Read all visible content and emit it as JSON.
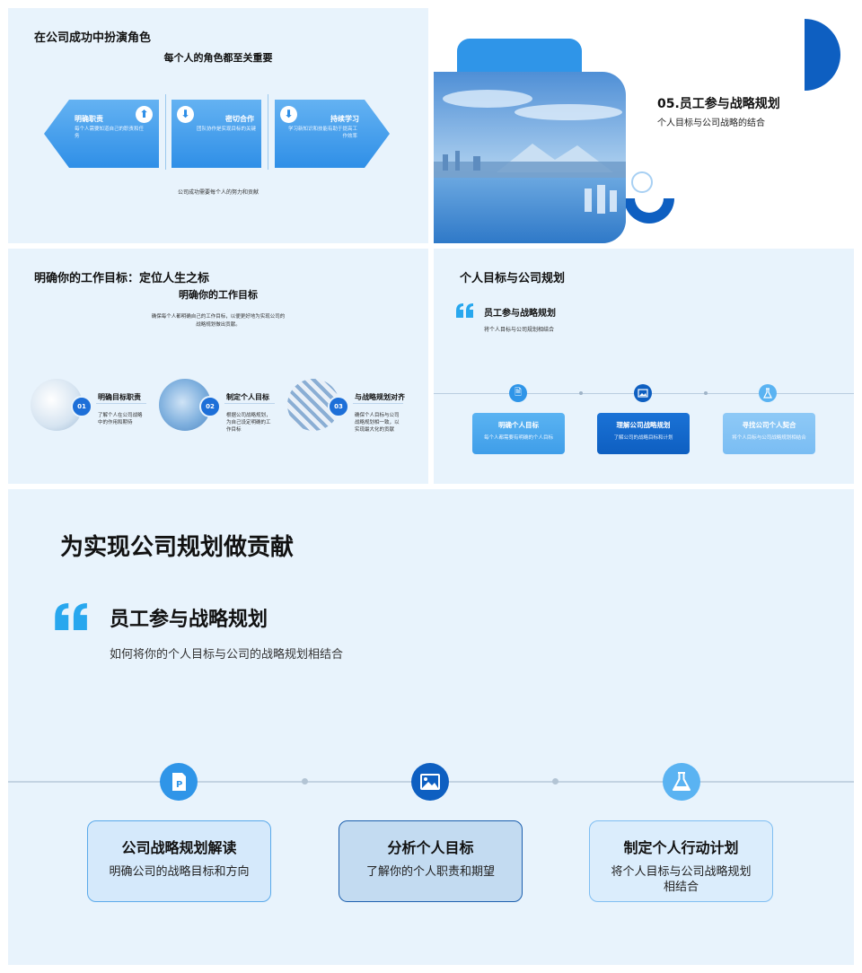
{
  "s1": {
    "title": "在公司成功中扮演角色",
    "subtitle": "每个人的角色都至关重要",
    "cards": [
      {
        "title": "明确职责",
        "desc": "每个人需要知道自己的职责和任务",
        "icon": "arrow-up-icon"
      },
      {
        "title": "密切合作",
        "desc": "团队协作是实现目标的关键",
        "icon": "arrow-down-icon"
      },
      {
        "title": "持续学习",
        "desc": "学习新知识和技能有助于提高工作效率",
        "icon": "arrow-down-icon"
      }
    ],
    "footer": "公司成功需要每个人的努力和贡献"
  },
  "s2": {
    "title": "05.员工参与战略规划",
    "subtitle": "个人目标与公司战略的结合",
    "colors": {
      "accent": "#0e5fc1",
      "light": "#2f95e8"
    }
  },
  "s3": {
    "title": "明确你的工作目标：定位人生之标",
    "subtitle": "明确你的工作目标",
    "intro": "确保每个人都明确自己的工作目标，以便更好地为实现公司的战略规划做出贡献。",
    "items": [
      {
        "num": "01",
        "title": "明确目标职责",
        "desc": "了解个人在公司战略中的作用和期待"
      },
      {
        "num": "02",
        "title": "制定个人目标",
        "desc": "根据公司战略规划，为自己设定明确的工作目标"
      },
      {
        "num": "03",
        "title": "与战略规划对齐",
        "desc": "确保个人目标与公司战略规划相一致，以实现最大化的贡献"
      }
    ]
  },
  "s4": {
    "title": "个人目标与公司规划",
    "quote_title": "员工参与战略规划",
    "quote_sub": "将个人目标与公司规划相结合",
    "cards": [
      {
        "title": "明确个人目标",
        "desc": "每个人都需要有明确的个人目标",
        "icon": "document-icon"
      },
      {
        "title": "理解公司战略规划",
        "desc": "了解公司的战略目标和计划",
        "icon": "image-icon"
      },
      {
        "title": "寻找公司个人契合",
        "desc": "将个人目标与公司战略规划相结合",
        "icon": "flask-icon"
      }
    ]
  },
  "s5": {
    "title": "为实现公司规划做贡献",
    "quote_title": "员工参与战略规划",
    "quote_sub": "如何将你的个人目标与公司的战略规划相结合",
    "cards": [
      {
        "title": "公司战略规划解读",
        "desc": "明确公司的战略目标和方向",
        "icon": "document-icon"
      },
      {
        "title": "分析个人目标",
        "desc": "了解你的个人职责和期望",
        "icon": "image-icon"
      },
      {
        "title": "制定个人行动计划",
        "desc": "将个人目标与公司战略规划相结合",
        "icon": "flask-icon"
      }
    ]
  }
}
